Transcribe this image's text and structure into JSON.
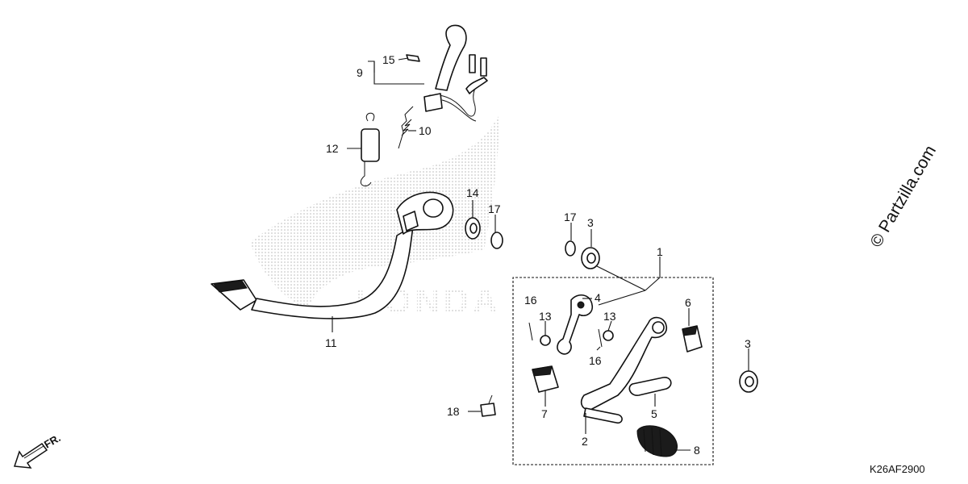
{
  "diagram": {
    "diagram_code": "K26AF2900",
    "copyright": "© Partzilla.com",
    "front_label": "FR.",
    "watermark": "HONDA",
    "callouts": {
      "c1": "1",
      "c2": "2",
      "c3a": "3",
      "c3b": "3",
      "c4": "4",
      "c5": "5",
      "c6": "6",
      "c7": "7",
      "c8": "8",
      "c9": "9",
      "c10": "10",
      "c11": "11",
      "c12": "12",
      "c13a": "13",
      "c13b": "13",
      "c14": "14",
      "c15": "15",
      "c16a": "16",
      "c16b": "16",
      "c17a": "17",
      "c17b": "17",
      "c18": "18"
    },
    "colors": {
      "ink": "#111111",
      "watermark_dots": "#b9b9b9",
      "background": "#ffffff"
    }
  }
}
